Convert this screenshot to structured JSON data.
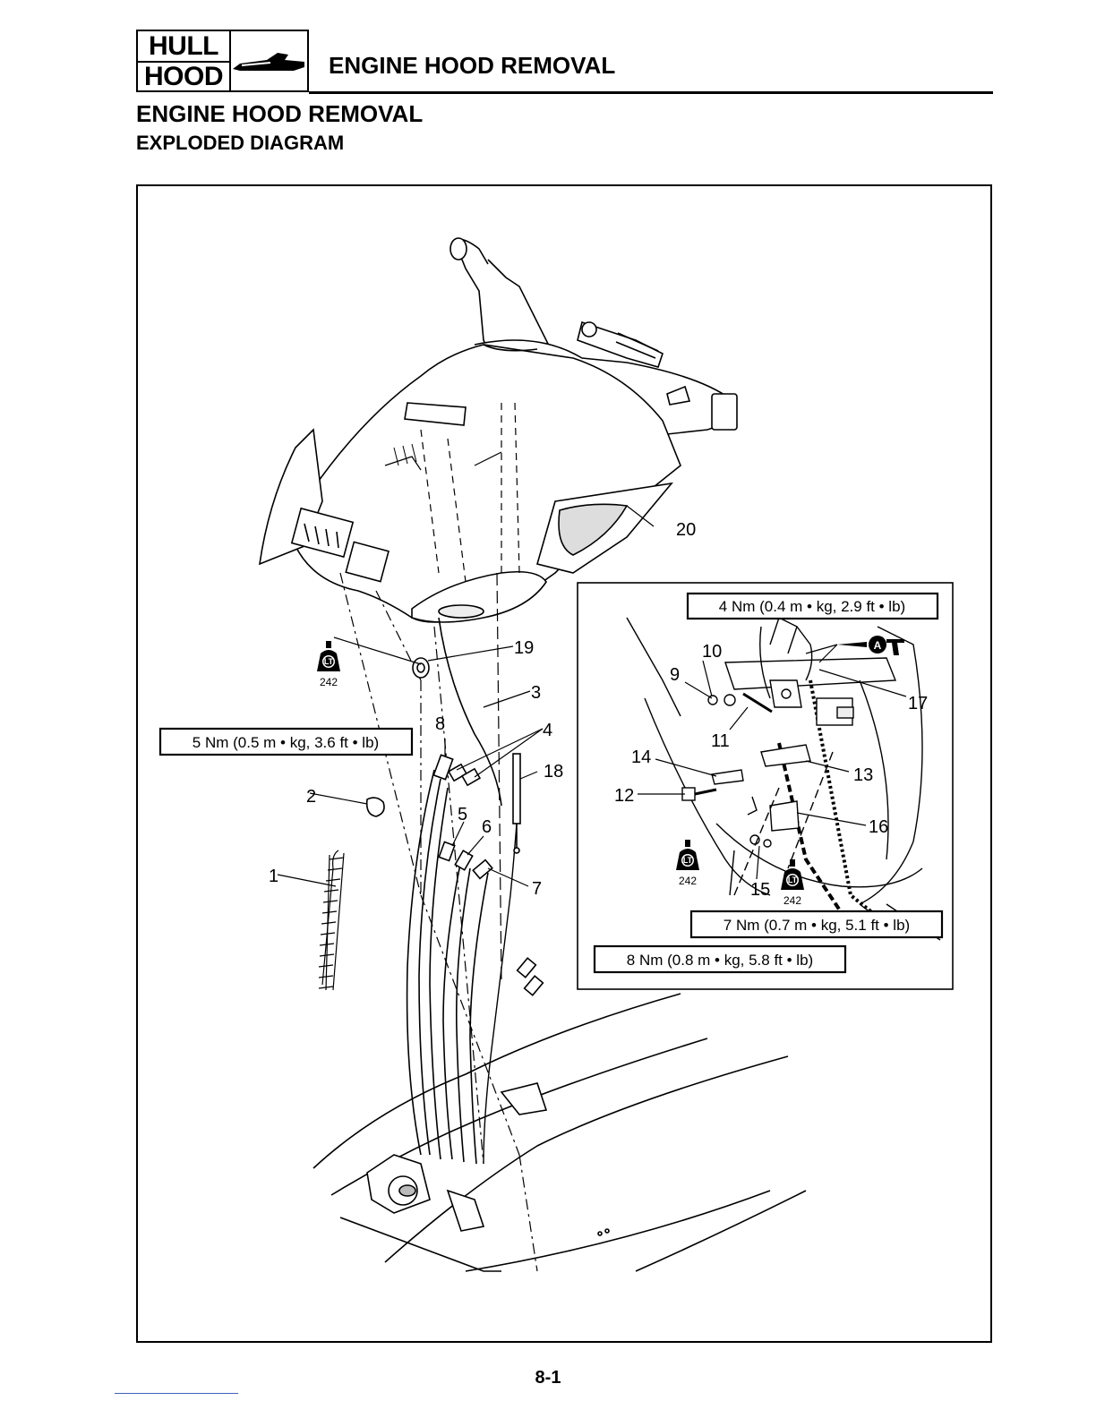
{
  "header": {
    "tab_top": "HULL",
    "tab_bottom": "HOOD",
    "tab_icon": "watercraft-icon",
    "title": "ENGINE HOOD REMOVAL"
  },
  "section": {
    "title": "ENGINE HOOD REMOVAL",
    "subtitle": "EXPLODED DIAGRAM"
  },
  "callouts": [
    "1",
    "2",
    "3",
    "4",
    "5",
    "6",
    "7",
    "8",
    "9",
    "10",
    "11",
    "12",
    "13",
    "14",
    "15",
    "16",
    "17",
    "18",
    "19",
    "20"
  ],
  "torque_specs": {
    "t4": "4 Nm (0.4 m • kg, 2.9 ft • lb)",
    "t5": "5 Nm (0.5 m • kg, 3.6 ft • lb)",
    "t7": "7 Nm (0.7 m • kg, 5.1 ft • lb)",
    "t8": "8 Nm (0.8 m • kg, 5.8 ft • lb)"
  },
  "locktite": {
    "letters": "LT",
    "code": "242",
    "icon": "locktite-icon"
  },
  "grease_marker": {
    "letter": "A",
    "icon": "grease-gun-icon"
  },
  "page_number": "8-1"
}
